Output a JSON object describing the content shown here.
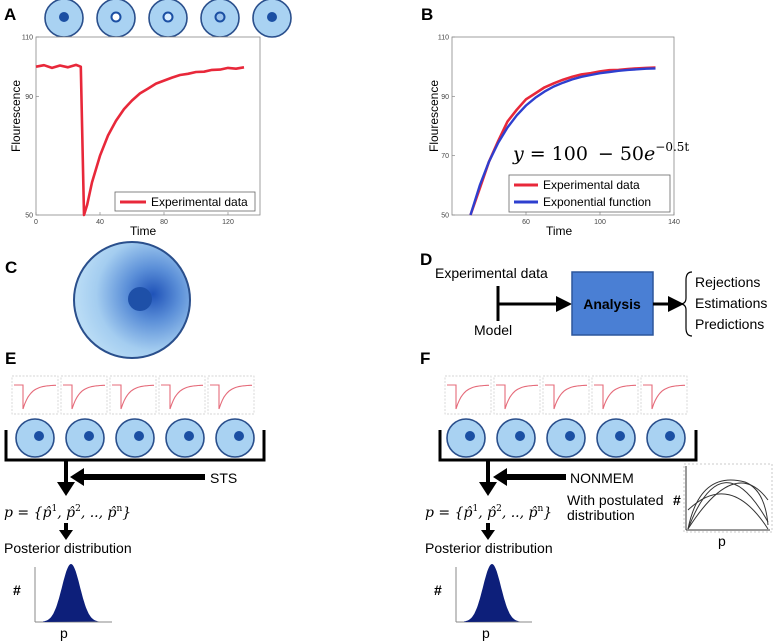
{
  "panels": {
    "A": {
      "letter": "A",
      "chart_data": {
        "type": "line",
        "ylabel": "Flourescence",
        "xlabel": "Time",
        "xlim": [
          0,
          140
        ],
        "ylim": [
          50,
          110
        ],
        "xticks": [
          "0",
          "40",
          "80",
          "120"
        ],
        "yticks": [
          "50",
          "90",
          "110"
        ],
        "legend": "bottom-right",
        "series": [
          {
            "name": "Experimental data",
            "color": "#e8283a",
            "x": [
              0,
              5,
              10,
              15,
              20,
              25,
              28,
              30,
              32,
              35,
              40,
              45,
              50,
              55,
              60,
              65,
              70,
              75,
              80,
              85,
              90,
              95,
              100,
              105,
              110,
              115,
              120,
              125,
              130
            ],
            "y": [
              100,
              100.5,
              99.6,
              100.4,
              99.8,
              100.6,
              100,
              50,
              53.5,
              61,
              70,
              76.8,
              81.8,
              85.7,
              88.6,
              91,
              92.6,
              94.3,
              95.3,
              96.3,
              97.2,
              97.6,
              98.2,
              98.3,
              98.9,
              99,
              99.6,
              99.3,
              99.8
            ]
          }
        ]
      }
    },
    "B": {
      "letter": "B",
      "chart_data": {
        "type": "line",
        "ylabel": "Flourescence",
        "xlabel": "Time",
        "xlim": [
          20,
          140
        ],
        "ylim": [
          50,
          110
        ],
        "xticks": [
          "60",
          "100",
          "140"
        ],
        "yticks": [
          "50",
          "70",
          "90",
          "110"
        ],
        "legend": "bottom-right",
        "series": [
          {
            "name": "Experimental data",
            "color": "#e8283a",
            "x": [
              30,
              35,
              40,
              45,
              50,
              55,
              60,
              65,
              70,
              75,
              80,
              85,
              90,
              95,
              100,
              105,
              110,
              115,
              120,
              125,
              130
            ],
            "y": [
              50,
              59,
              68,
              75,
              81.5,
              85.5,
              89,
              91,
              93,
              94.4,
              95.6,
              96.6,
              97.4,
              97.8,
              98.4,
              98.8,
              98.9,
              99.2,
              99.4,
              99.6,
              99.7
            ]
          },
          {
            "name": "Exponential function",
            "color": "#2e3fcf",
            "x": [
              30,
              35,
              40,
              45,
              50,
              55,
              60,
              65,
              70,
              75,
              80,
              85,
              90,
              95,
              100,
              105,
              110,
              115,
              120,
              125,
              130
            ],
            "y": [
              50,
              60,
              68,
              74.4,
              79.5,
              83.6,
              86.9,
              89.5,
              91.6,
              93.3,
              94.6,
              95.7,
              96.6,
              97.2,
              97.8,
              98.2,
              98.6,
              98.9,
              99.1,
              99.3,
              99.4
            ]
          }
        ]
      },
      "equation": {
        "lhs": "y",
        "eq": "=",
        "a": "100",
        "minus": "−",
        "b": "50",
        "base": "e",
        "exp": "−0.5t"
      }
    },
    "C": {
      "letter": "C"
    },
    "D": {
      "letter": "D",
      "input_top": "Experimental data",
      "input_bottom": "Model",
      "box": "Analysis",
      "box_color": "#4a7fd4",
      "outputs": [
        "Rejections",
        "Estimations",
        "Predictions"
      ]
    },
    "E": {
      "letter": "E",
      "method": "STS",
      "p_label": "p = {",
      "set_items": [
        "p̂",
        "1",
        ", p̂",
        "2",
        ", .., p̂",
        "n"
      ],
      "p_close": "}",
      "posterior": "Posterior distribution",
      "hash": "#",
      "axis": "p"
    },
    "F": {
      "letter": "F",
      "method": "NONMEM",
      "note_line1": "With postulated",
      "note_line2": "distribution",
      "p_label": "p = {",
      "set_items": [
        "p̂",
        "1",
        ", p̂",
        "2",
        ", .., p̂",
        "n"
      ],
      "p_close": "}",
      "posterior": "Posterior distribution",
      "hash": "#",
      "axis": "p",
      "inset_hash": "#",
      "inset_axis": "p"
    }
  },
  "colors": {
    "cell_fill": "#a9d2f2",
    "cell_stroke": "#2a4f8c",
    "nucleus": "#1b4fa3",
    "posterior": "#0d1f7a",
    "thumb_line": "#e56b7a"
  }
}
